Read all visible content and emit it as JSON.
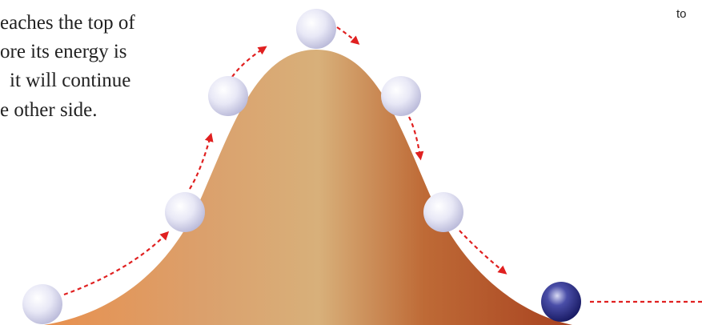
{
  "caption": {
    "lines": [
      "eaches the top of",
      "ore its energy is",
      "it will continue",
      "e other side."
    ]
  },
  "corner_text": "to",
  "colors": {
    "hill_left": "#E8904E",
    "hill_mid": "#D9AE72",
    "hill_right": "#B04A22",
    "ball_light": "#D9D9F0",
    "ball_dark": "#1E2272",
    "arrow": "#E02020"
  }
}
